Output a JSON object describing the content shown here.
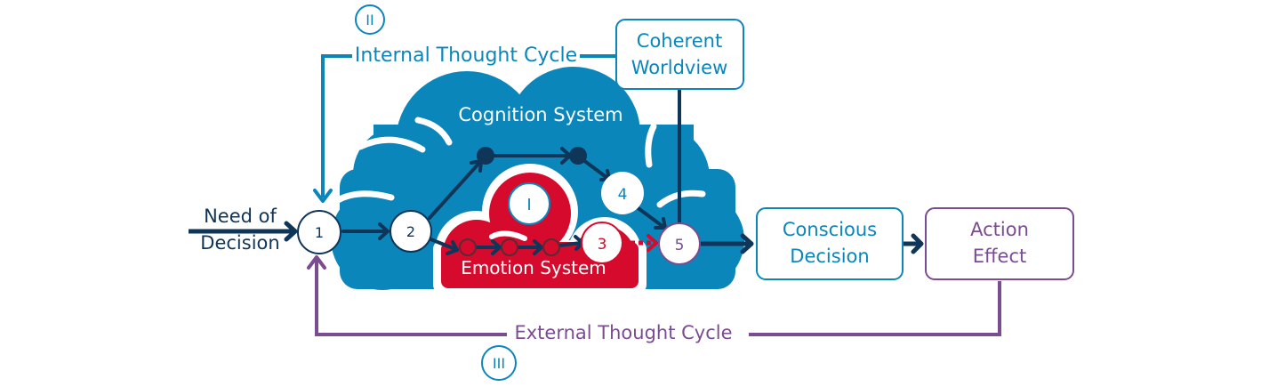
{
  "colors": {
    "cognition_blue": "#0b86bb",
    "emotion_red": "#d60a2c",
    "navy": "#0f3558",
    "purple": "#7a4c92",
    "white": "#ffffff"
  },
  "labels": {
    "internal_cycle": "Internal Thought Cycle",
    "external_cycle": "External Thought Cycle",
    "cognition_system": "Cognition System",
    "emotion_system": "Emotion System",
    "need_of_decision_line1": "Need of",
    "need_of_decision_line2": "Decision",
    "coherent_worldview_line1": "Coherent",
    "coherent_worldview_line2": "Worldview",
    "conscious_decision_line1": "Conscious",
    "conscious_decision_line2": "Decision",
    "action_effect_line1": "Action",
    "action_effect_line2": "Effect"
  },
  "markers": {
    "I": "I",
    "II": "II",
    "III": "III"
  },
  "nodes": {
    "n1": "1",
    "n2": "2",
    "n3": "3",
    "n4": "4",
    "n5": "5"
  }
}
